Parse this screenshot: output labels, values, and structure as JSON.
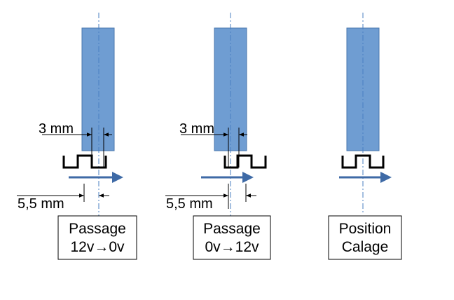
{
  "colors": {
    "sensor_fill": "#6f9dd2",
    "sensor_stroke": "#4a77ad",
    "arrow": "#3e6aa6",
    "axis_line": "#4a7fc1",
    "ink": "#000000"
  },
  "panels": [
    {
      "id": "passage-12v-0v",
      "dim_top_label": "3 mm",
      "dim_bottom_label": "5,5 mm",
      "box_line1": "Passage",
      "box_line2": "12v→0v"
    },
    {
      "id": "passage-0v-12v",
      "dim_top_label": "3 mm",
      "dim_bottom_label": "5,5 mm",
      "box_line1": "Passage",
      "box_line2": "0v→12v"
    },
    {
      "id": "position-calage",
      "box_line1": "Position",
      "box_line2": "Calage"
    }
  ],
  "icons": {
    "motion_arrow": "right-arrow-icon",
    "tooth_profile": "toothed-wheel-profile-icon"
  }
}
